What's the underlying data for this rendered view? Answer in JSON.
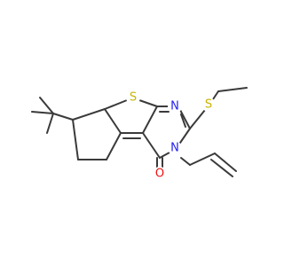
{
  "molecule": {
    "atoms": {
      "sulfur_ring": {
        "label": "S",
        "color": "#c8b400"
      },
      "sulfur_thioether": {
        "label": "S",
        "color": "#c8b400"
      },
      "nitrogen_1": {
        "label": "N",
        "color": "#2222ee"
      },
      "nitrogen_3": {
        "label": "N",
        "color": "#2222ee"
      },
      "oxygen_carbonyl": {
        "label": "O",
        "color": "#ee1111"
      }
    },
    "bond_color": "#3a3a3a"
  }
}
